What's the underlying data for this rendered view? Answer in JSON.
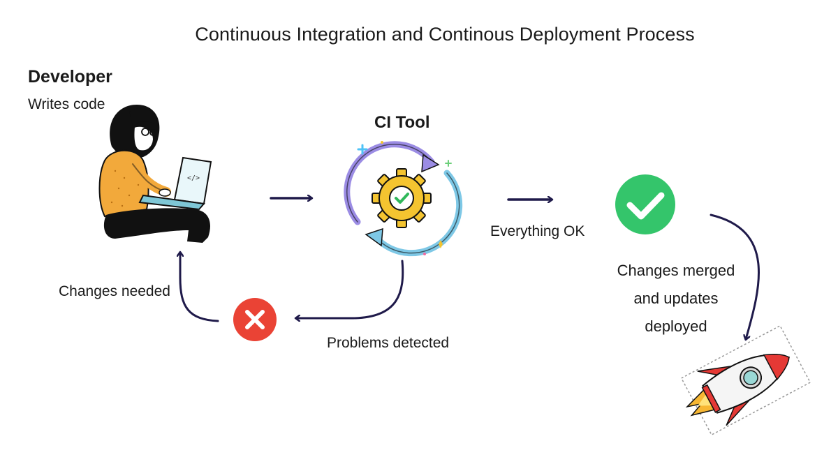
{
  "title": "Continuous Integration and Continous Deployment Process",
  "developer": {
    "title": "Developer",
    "subtitle": "Writes code",
    "laptop_code": "</>"
  },
  "ci_tool": {
    "title": "CI Tool"
  },
  "labels": {
    "everything_ok": "Everything OK",
    "merged": [
      "Changes merged",
      "and updates",
      "deployed"
    ],
    "problems": "Problems detected",
    "changes_needed": "Changes needed"
  },
  "icons": {
    "developer": "developer-with-laptop-icon",
    "ci": "gear-with-cycle-arrows-icon",
    "success": "check-circle-icon",
    "failure": "x-circle-icon",
    "deploy": "rocket-icon"
  },
  "colors": {
    "arrow": "#1f1a4a",
    "success": "#34c56b",
    "failure": "#ea4335",
    "gear": "#f4c430",
    "sweater": "#f2a93b"
  }
}
